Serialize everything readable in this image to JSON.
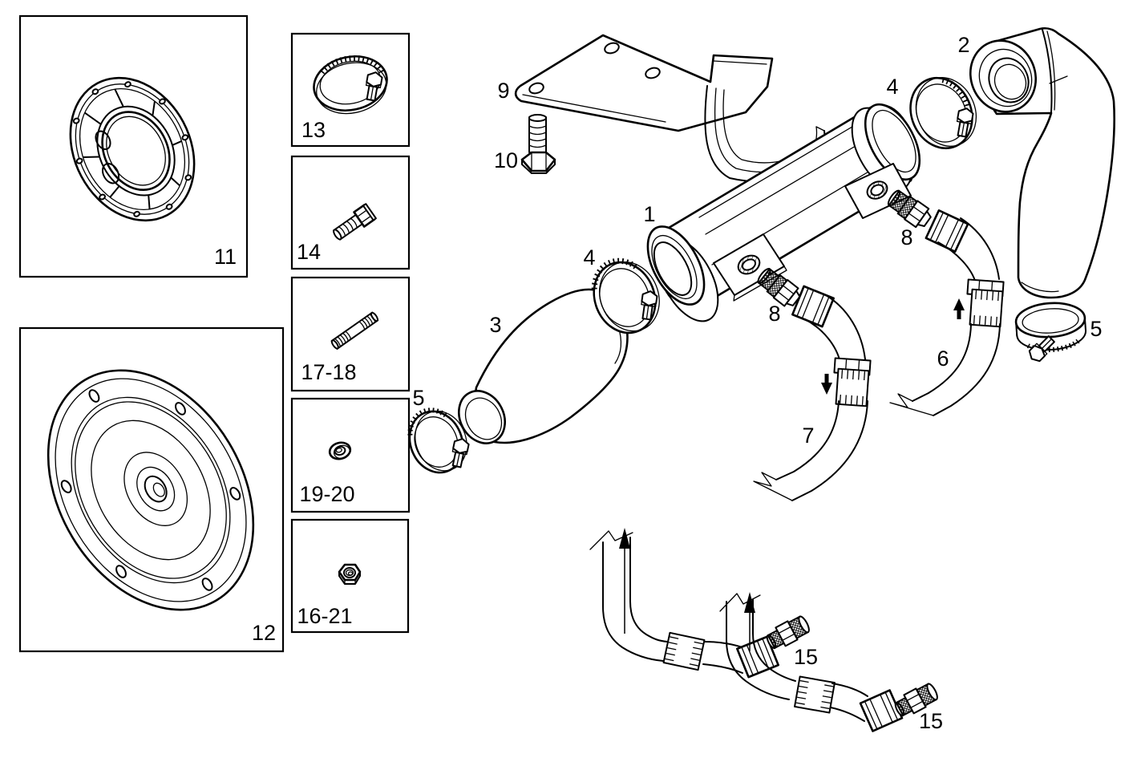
{
  "canvas": {
    "background": "#ffffff",
    "ink": "#000000"
  },
  "panels": {
    "p11": {
      "label": "11"
    },
    "p12": {
      "label": "12"
    },
    "p13": {
      "label": "13"
    },
    "p14": {
      "label": "14"
    },
    "p17_18": {
      "label": "17-18"
    },
    "p19_20": {
      "label": "19-20"
    },
    "p16_21": {
      "label": "16-21"
    }
  },
  "callouts": {
    "part1": "1",
    "part2": "2",
    "part3": "3",
    "part4_left": "4",
    "part4_right": "4",
    "part5_left": "5",
    "part5_right": "5",
    "part6": "6",
    "part7": "7",
    "part8_left": "8",
    "part8_right": "8",
    "part9": "9",
    "part10": "10",
    "part15_upper": "15",
    "part15_lower": "15"
  }
}
